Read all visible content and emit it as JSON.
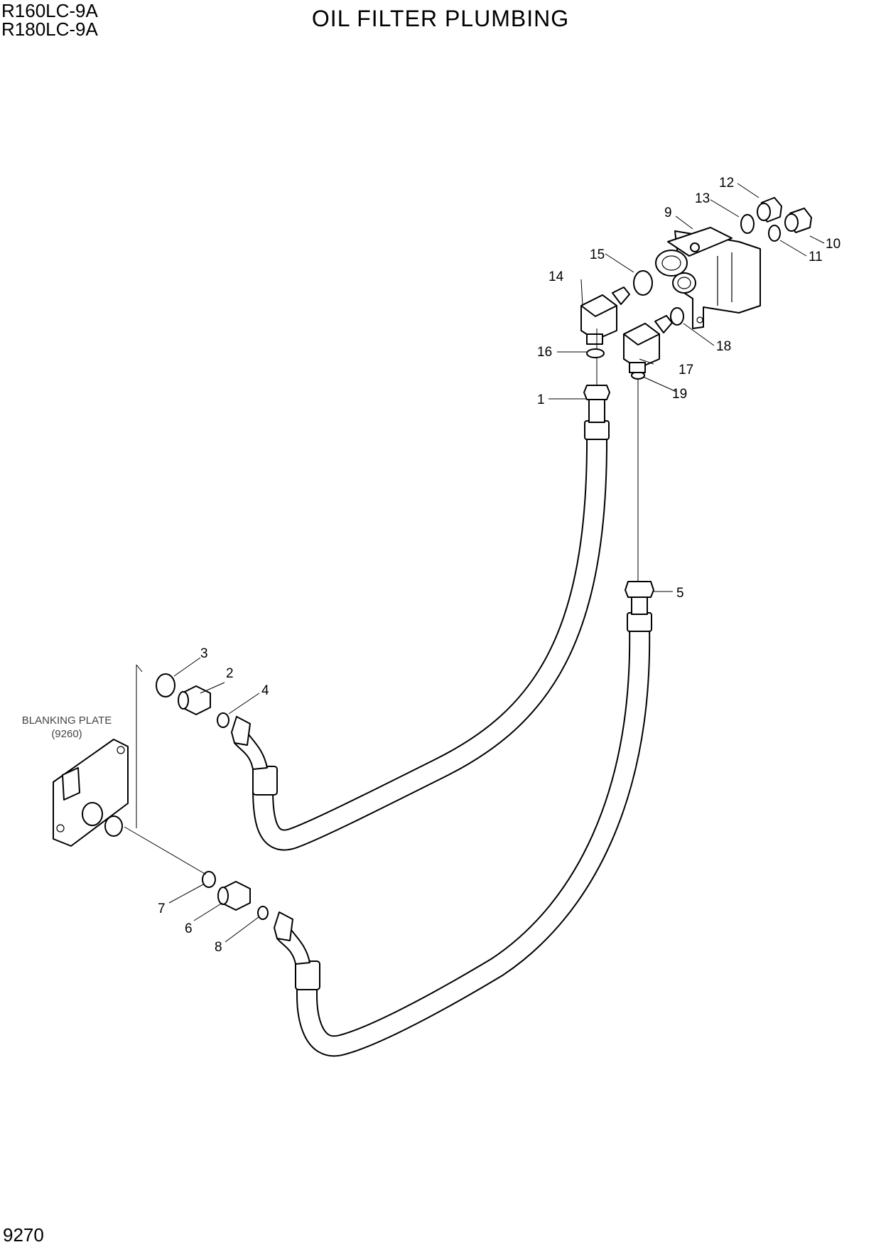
{
  "header": {
    "model_lines": [
      "R160LC-9A",
      "R180LC-9A"
    ],
    "title": "OIL FILTER PLUMBING"
  },
  "footer": {
    "page_number": "9270"
  },
  "note": {
    "line1": "BLANKING PLATE",
    "line2": "(9260)"
  },
  "callouts": [
    "1",
    "2",
    "3",
    "4",
    "5",
    "6",
    "7",
    "8",
    "9",
    "10",
    "11",
    "12",
    "13",
    "14",
    "15",
    "16",
    "17",
    "18",
    "19"
  ]
}
